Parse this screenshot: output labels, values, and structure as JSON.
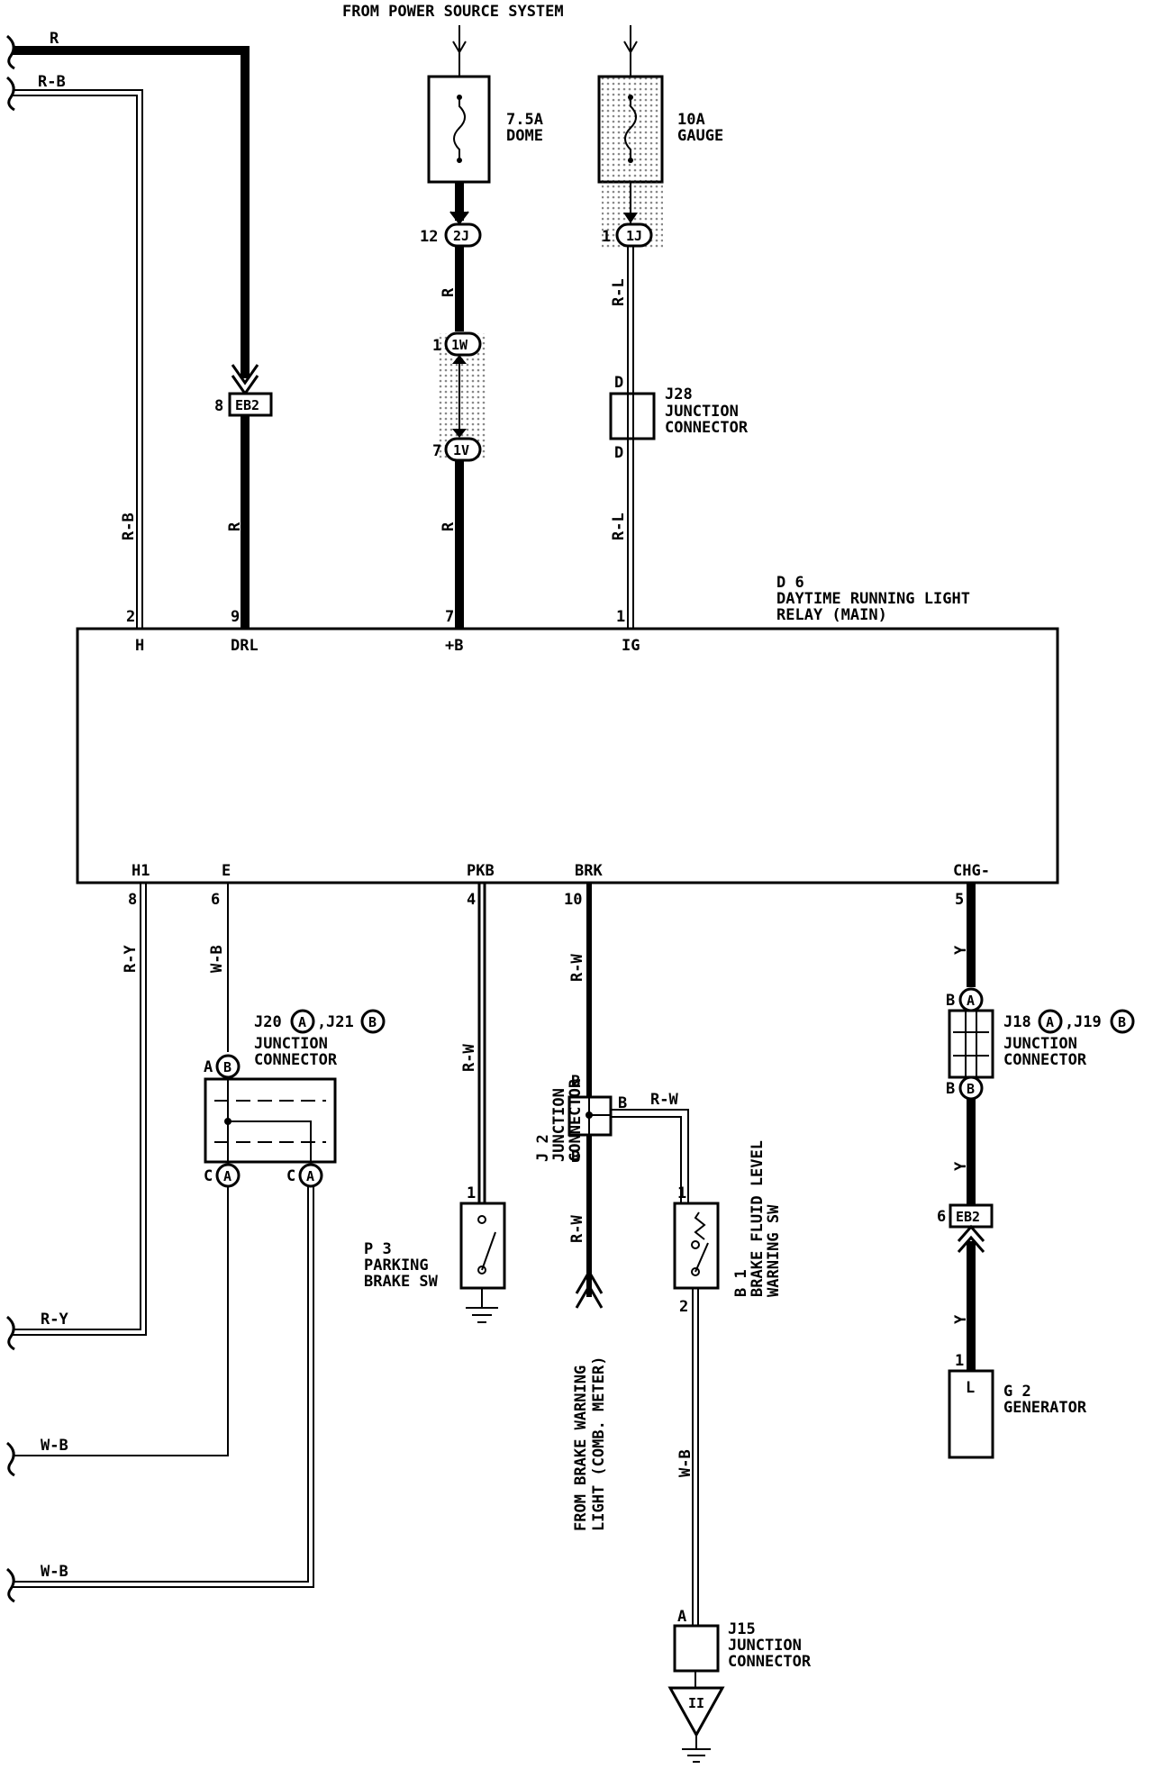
{
  "header": {
    "power_source": "FROM POWER SOURCE SYSTEM"
  },
  "fuses": [
    {
      "amp": "7.5A",
      "name": "DOME"
    },
    {
      "amp": "10A",
      "name": "GAUGE"
    }
  ],
  "relay": {
    "id": "D 6",
    "name_line1": "DAYTIME RUNNING LIGHT",
    "name_line2": "RELAY (MAIN)",
    "top_pins": [
      {
        "num": "2",
        "name": "H"
      },
      {
        "num": "9",
        "name": "DRL"
      },
      {
        "num": "7",
        "name": "+B"
      },
      {
        "num": "1",
        "name": "IG"
      }
    ],
    "bottom_pins": [
      {
        "num": "8",
        "name": "H1"
      },
      {
        "num": "6",
        "name": "E"
      },
      {
        "num": "4",
        "name": "PKB"
      },
      {
        "num": "10",
        "name": "BRK"
      },
      {
        "num": "5",
        "name": "CHG-"
      }
    ]
  },
  "wires": {
    "r": "R",
    "rb": "R-B",
    "rl": "R-L",
    "ry": "R-Y",
    "wb": "W-B",
    "rw": "R-W",
    "y": "Y"
  },
  "connectors": {
    "eb2": "EB2",
    "c2j": "2J",
    "c1w": "1W",
    "c1v": "1V",
    "c1j": "1J",
    "pin12": "12",
    "pin1": "1",
    "pin7": "7",
    "pin8": "8",
    "pin6": "6",
    "d": "D",
    "a": "A",
    "b": "B",
    "c": "C"
  },
  "components": {
    "j28": {
      "id": "J28",
      "line1": "JUNCTION",
      "line2": "CONNECTOR"
    },
    "j20": {
      "id": "J20",
      "sep": ",",
      "id2": "J21",
      "line1": "JUNCTION",
      "line2": "CONNECTOR"
    },
    "j2": {
      "id": "J 2",
      "line1": "JUNCTION",
      "line2": "CONNECTOR"
    },
    "p3": {
      "id": "P 3",
      "line1": "PARKING",
      "line2": "BRAKE SW"
    },
    "b1": {
      "id": "B 1",
      "line1": "BRAKE FLUID LEVEL",
      "line2": "WARNING SW"
    },
    "brake_light": {
      "line1": "FROM BRAKE WARNING",
      "line2": "LIGHT (COMB. METER)"
    },
    "j18": {
      "id": "J18",
      "sep": ",",
      "id2": "J19",
      "line1": "JUNCTION",
      "line2": "CONNECTOR"
    },
    "g2": {
      "id": "G 2",
      "name": "GENERATOR",
      "pin_label": "L"
    },
    "j15": {
      "id": "J15",
      "line1": "JUNCTION",
      "line2": "CONNECTOR"
    },
    "ground_mark": "II"
  }
}
